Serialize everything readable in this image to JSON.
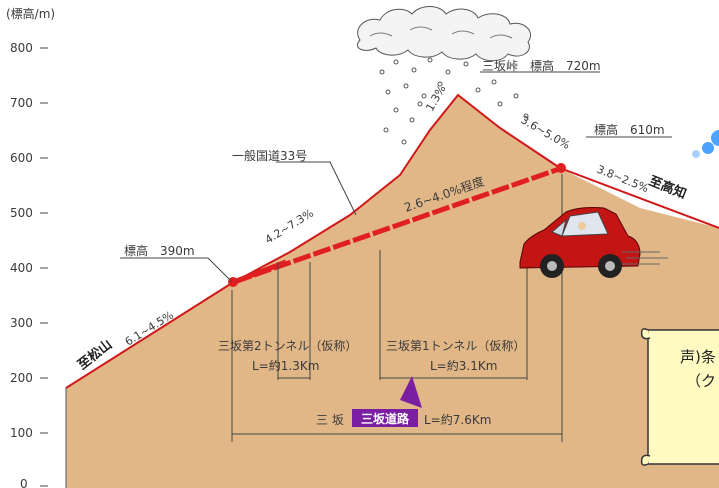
{
  "y_axis": {
    "unit": "(標高/m)",
    "ticks": [
      "800",
      "700",
      "600",
      "500",
      "400",
      "300",
      "200",
      "100",
      "0"
    ]
  },
  "labels": {
    "pass_elevation": "三坂峠　標高　720m",
    "east_elevation": "標高　610m",
    "west_elevation": "標高　390m",
    "national_route": "一般国道33号",
    "grade_near_summit": "1.3%",
    "grade_east_upper": "3.6~5.0%",
    "grade_east_lower": "3.8~2.5%",
    "grade_west_upper": "4.2~7.3%",
    "grade_west_lower": "6.1~4.5%",
    "tunnel_grade": "2.6~4.0%程度",
    "to_kochi": "至高知",
    "to_matsuyama": "至松山",
    "tunnel2_name": "三坂第2トンネル（仮称）",
    "tunnel2_length": "L=約1.3Km",
    "tunnel1_name": "三坂第1トンネル（仮称）",
    "tunnel1_length": "L=約3.1Km",
    "total_prefix": "三 坂",
    "total_length": "L=約7.6Km",
    "road_badge": "三坂道路"
  },
  "scroll_note": {
    "line1": "声)条",
    "line2": "（ク"
  },
  "colors": {
    "mountain": "#e2b787",
    "road": "#e02020",
    "badge": "#7b1fa2",
    "scroll": "#fff9c2",
    "cloud_accent": "#4da3ff"
  }
}
